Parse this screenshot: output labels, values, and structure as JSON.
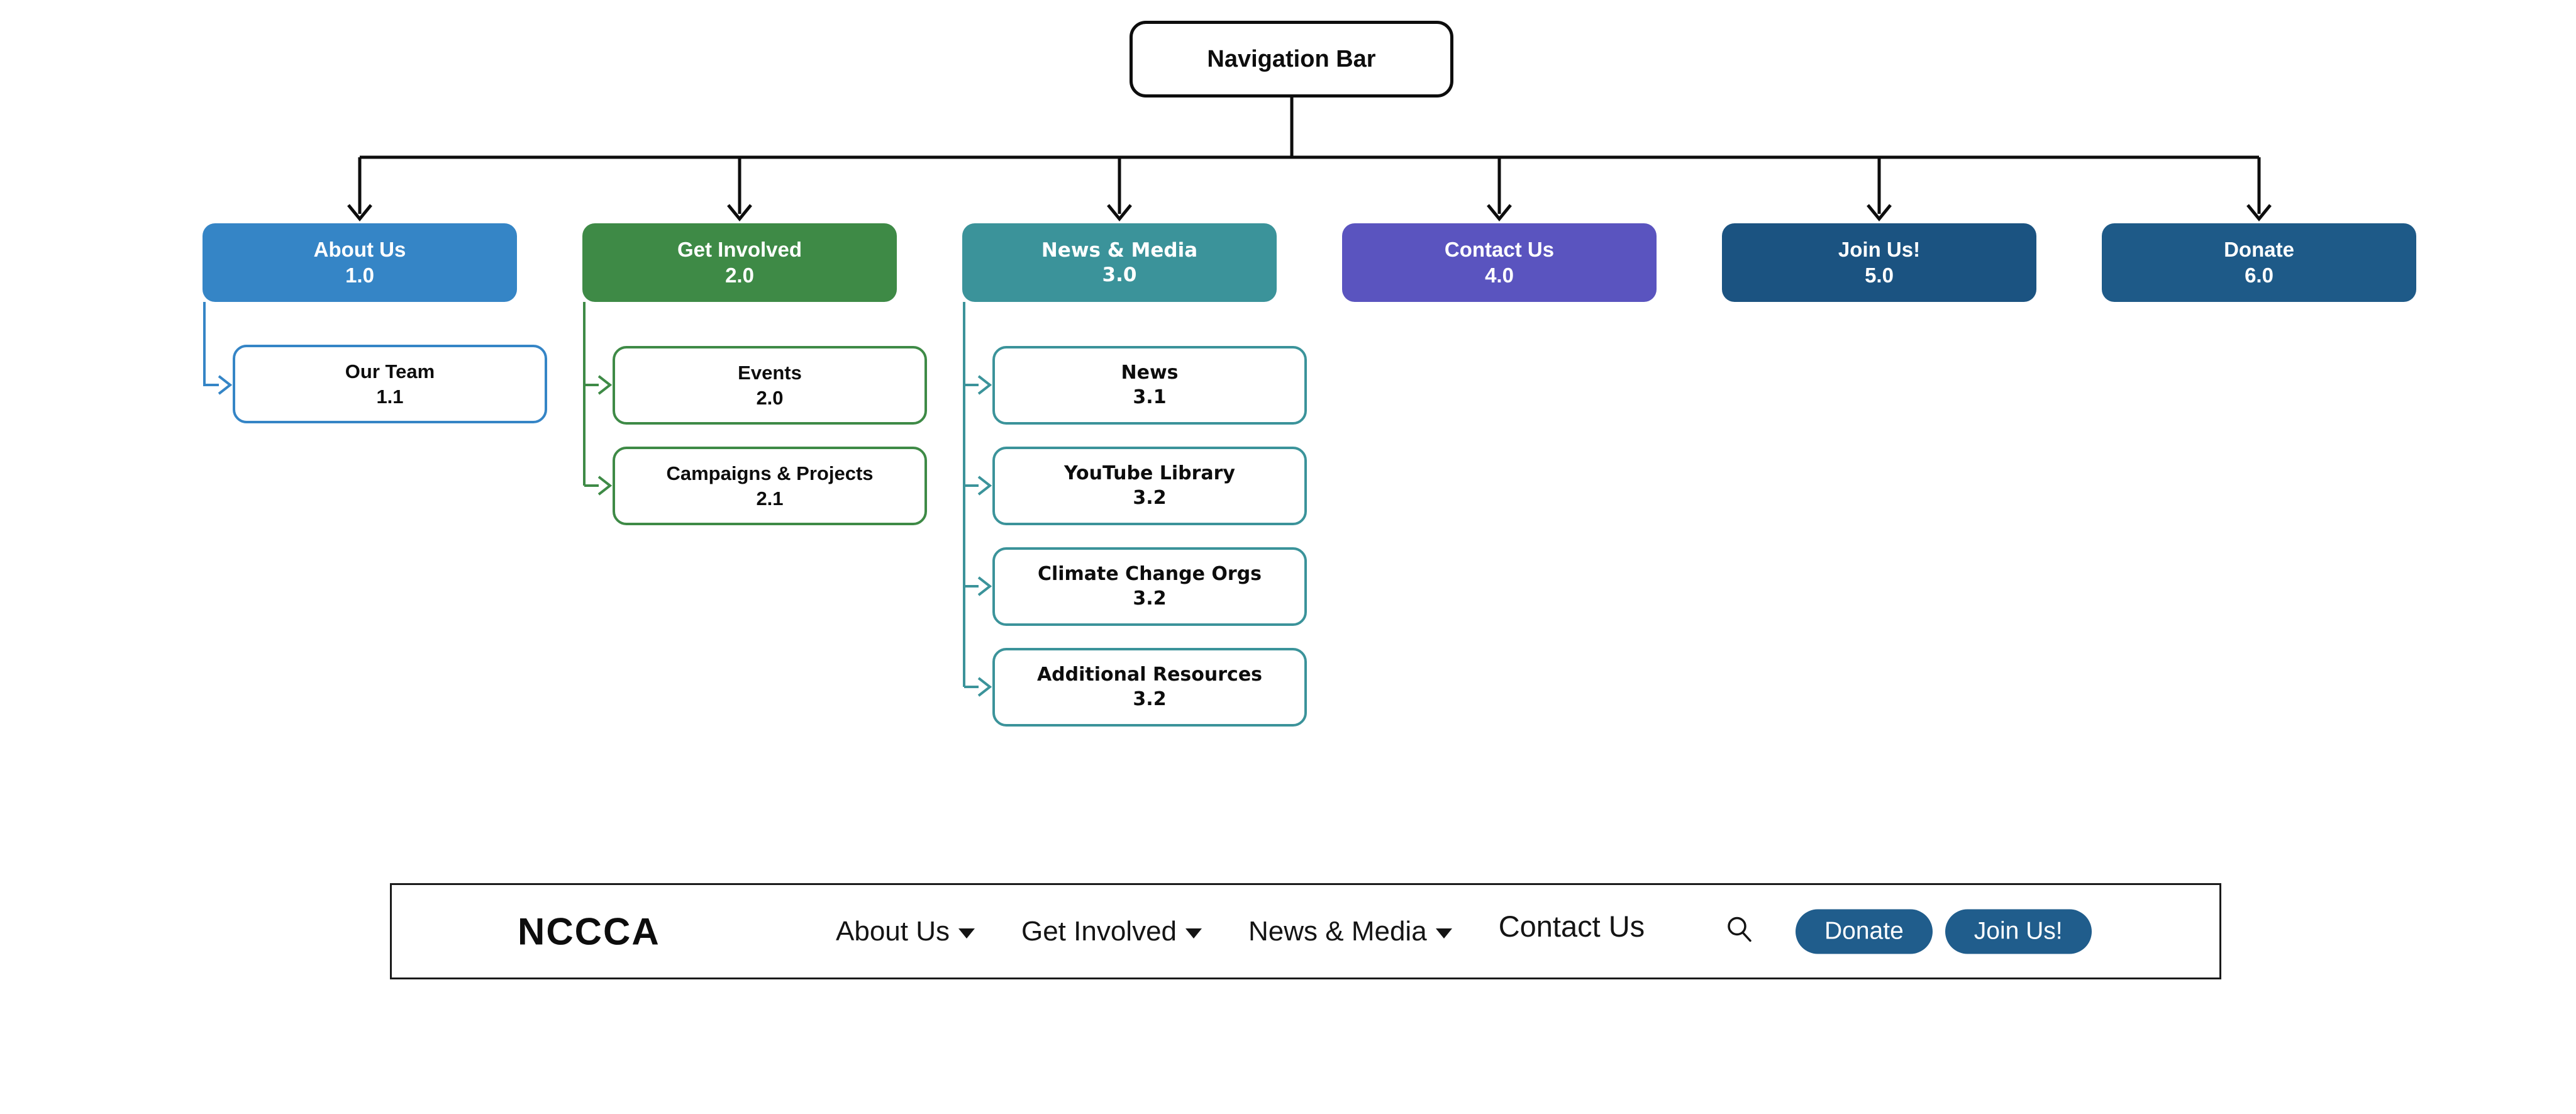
{
  "diagram": {
    "line_color": "#0d0d0d",
    "root": {
      "label": "Navigation Bar"
    },
    "sections": [
      {
        "id": "about",
        "title": "About Us",
        "number": "1.0",
        "color": "#3585c6",
        "children": [
          {
            "title": "Our Team",
            "number": "1.1"
          }
        ]
      },
      {
        "id": "involved",
        "title": "Get Involved",
        "number": "2.0",
        "color": "#3e8a46",
        "children": [
          {
            "title": "Events",
            "number": "2.0"
          },
          {
            "title": "Campaigns & Projects",
            "number": "2.1"
          }
        ]
      },
      {
        "id": "news",
        "title": "News & Media",
        "number": "3.0",
        "color": "#3b939a",
        "children": [
          {
            "title": "News",
            "number": "3.1"
          },
          {
            "title": "YouTube Library",
            "number": "3.2"
          },
          {
            "title": "Climate Change Orgs",
            "number": "3.2"
          },
          {
            "title": "Additional Resources",
            "number": "3.2"
          }
        ]
      },
      {
        "id": "contact",
        "title": "Contact Us",
        "number": "4.0",
        "color": "#5a54bf",
        "children": []
      },
      {
        "id": "join",
        "title": "Join Us!",
        "number": "5.0",
        "color": "#1b5381",
        "children": []
      },
      {
        "id": "donate",
        "title": "Donate",
        "number": "6.0",
        "color": "#1e5a88",
        "children": []
      }
    ]
  },
  "navbar": {
    "logo": "NCCCA",
    "items": [
      {
        "label": "About Us"
      },
      {
        "label": "Get Involved"
      },
      {
        "label": "News & Media"
      },
      {
        "label": "Contact Us"
      }
    ],
    "search_icon": "magnifier",
    "button_color": "#205d8c",
    "buttons": [
      {
        "label": "Donate"
      },
      {
        "label": "Join Us!"
      }
    ]
  }
}
